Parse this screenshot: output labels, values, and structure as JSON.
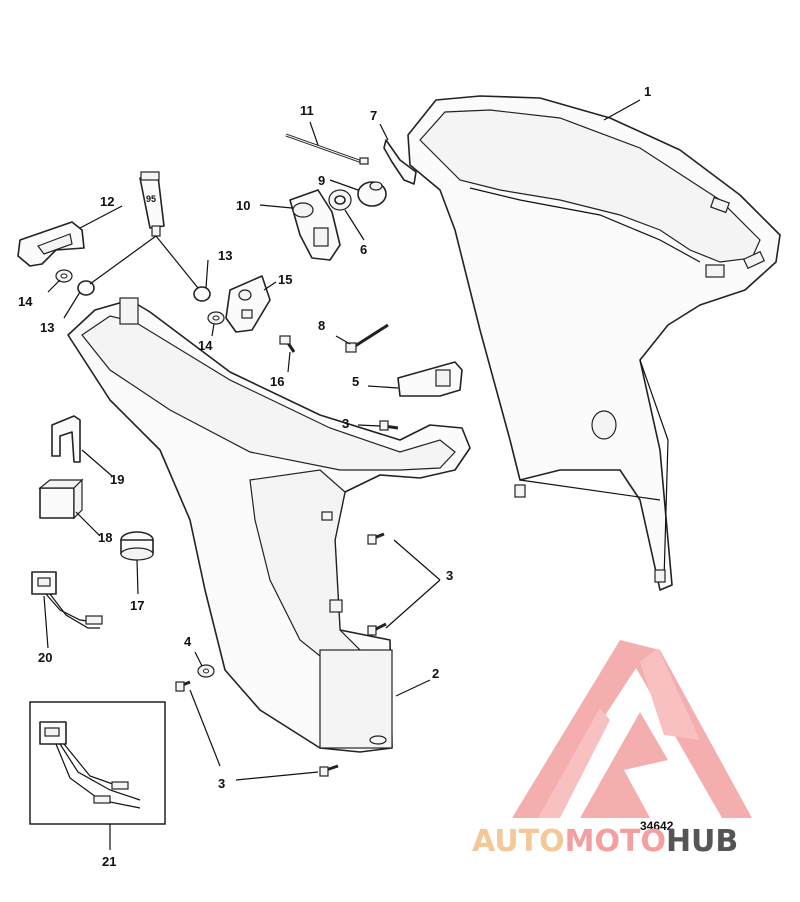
{
  "diagram": {
    "figure_number": "34642",
    "callouts": [
      {
        "id": "c1",
        "text": "1"
      },
      {
        "id": "c2",
        "text": "2"
      },
      {
        "id": "c3a",
        "text": "3"
      },
      {
        "id": "c3b",
        "text": "3"
      },
      {
        "id": "c3c",
        "text": "3"
      },
      {
        "id": "c4",
        "text": "4"
      },
      {
        "id": "c5",
        "text": "5"
      },
      {
        "id": "c6",
        "text": "6"
      },
      {
        "id": "c7",
        "text": "7"
      },
      {
        "id": "c8",
        "text": "8"
      },
      {
        "id": "c9",
        "text": "9"
      },
      {
        "id": "c10",
        "text": "10"
      },
      {
        "id": "c11",
        "text": "11"
      },
      {
        "id": "c12",
        "text": "12"
      },
      {
        "id": "c13a",
        "text": "13"
      },
      {
        "id": "c13b",
        "text": "13"
      },
      {
        "id": "c14a",
        "text": "14"
      },
      {
        "id": "c14b",
        "text": "14"
      },
      {
        "id": "c15",
        "text": "15"
      },
      {
        "id": "c16",
        "text": "16"
      },
      {
        "id": "c17",
        "text": "17"
      },
      {
        "id": "c18",
        "text": "18"
      },
      {
        "id": "c19",
        "text": "19"
      },
      {
        "id": "c20",
        "text": "20"
      },
      {
        "id": "c21",
        "text": "21"
      }
    ],
    "tube_label": "95"
  },
  "watermark": {
    "part1": "AUTO",
    "part2": "MOTO",
    "part3": "HUB",
    "color_light": "#f5c89a",
    "color_mid": "#f4a0a0",
    "color_dark": "#555555"
  }
}
